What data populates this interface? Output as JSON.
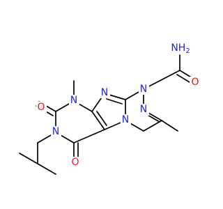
{
  "molecule": {
    "colors": {
      "bond": "#000000",
      "nitrogen": "#1e22e6",
      "oxygen": "#e8141c"
    },
    "atoms": {
      "amide_n": {
        "main": "NH",
        "sub": "2",
        "element": "nitrogen"
      },
      "amide_o": {
        "label": "O",
        "element": "oxygen"
      },
      "n1": {
        "label": "N",
        "element": "nitrogen"
      },
      "n2": {
        "label": "N",
        "element": "nitrogen"
      },
      "n_imid": {
        "label": "N",
        "element": "nitrogen"
      },
      "n_bridge": {
        "label": "N",
        "element": "nitrogen"
      },
      "n_methyl": {
        "label": "N",
        "element": "nitrogen"
      },
      "n_iso": {
        "label": "N",
        "element": "nitrogen"
      },
      "o_upper": {
        "label": "O",
        "element": "oxygen"
      },
      "o_lower": {
        "label": "O",
        "element": "oxygen"
      }
    }
  }
}
